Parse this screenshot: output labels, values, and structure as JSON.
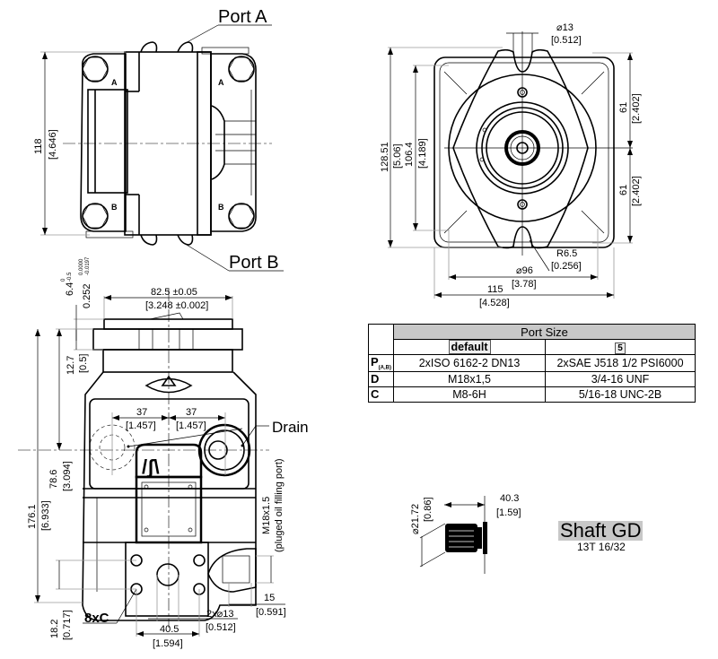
{
  "labels": {
    "port_a": "Port A",
    "port_b": "Port B",
    "drain": "Drain",
    "holes": "8xC",
    "fill_port_line1": "M18x1.5",
    "fill_port_line2": "(pluged oil filling port)"
  },
  "top_view": {
    "height_mm": "118",
    "height_in": "[4.646]"
  },
  "front_view": {
    "dia_hole_mm": "⌀13",
    "dia_hole_in": "[0.512]",
    "height_mm": "128.51",
    "height_in": "[5.06]",
    "inner_height_mm": "106.4",
    "inner_height_in": "[4.189]",
    "upper_half_mm": "61",
    "upper_half_in": "[2.402]",
    "lower_half_mm": "61",
    "lower_half_in": "[2.402]",
    "radius_mm": "R6.5",
    "radius_in": "[0.256]",
    "pilot_dia_mm": "⌀96",
    "pilot_dia_in": "[3.78]",
    "width_mm": "115",
    "width_in": "[4.528]"
  },
  "side_view": {
    "flange_tol_mm": "6.4",
    "flange_tol_mm_up": "0",
    "flange_tol_mm_lo": "-0.5",
    "flange_tol_in": "0.252",
    "flange_tol_in_up": "0.0000",
    "flange_tol_in_lo": "-0.0197",
    "pilot_width_mm": "82.5 ±0.05",
    "pilot_width_in": "[3.248 ±0.002]",
    "flange_thk_mm": "12.7",
    "flange_thk_in": "[0.5]",
    "port_offset_left_mm": "37",
    "port_offset_left_in": "[1.457]",
    "port_offset_right_mm": "37",
    "port_offset_right_in": "[1.457]",
    "port_height_mm": "78.6",
    "port_height_in": "[3.094]",
    "total_height_mm": "176.1",
    "total_height_in": "[6.933]",
    "bottom_offset_mm": "18.2",
    "bottom_offset_in": "[0.717]",
    "hole_spacing_mm": "40.5",
    "hole_spacing_in": "[1.594]",
    "hole_dia_mm": "2x⌀13",
    "hole_dia_in": "[0.512]",
    "fill_offset_mm": "15",
    "fill_offset_in": "[0.591]"
  },
  "port_table": {
    "title": "Port Size",
    "col_default": "default",
    "col_5": "5",
    "rows": [
      {
        "key": "P",
        "sub": "(A,B)",
        "default": "2xISO 6162-2 DN13",
        "alt": "2xSAE J518 1/2 PSI6000"
      },
      {
        "key": "D",
        "sub": "",
        "default": "M18x1,5",
        "alt": "3/4-16 UNF"
      },
      {
        "key": "C",
        "sub": "",
        "default": "M8-6H",
        "alt": "5/16-18 UNC-2B"
      }
    ]
  },
  "shaft": {
    "dia_mm": "⌀21.72",
    "dia_in": "[0.86]",
    "length_mm": "40.3",
    "length_in": "[1.59]",
    "title": "Shaft GD",
    "spec": "13T 16/32"
  }
}
